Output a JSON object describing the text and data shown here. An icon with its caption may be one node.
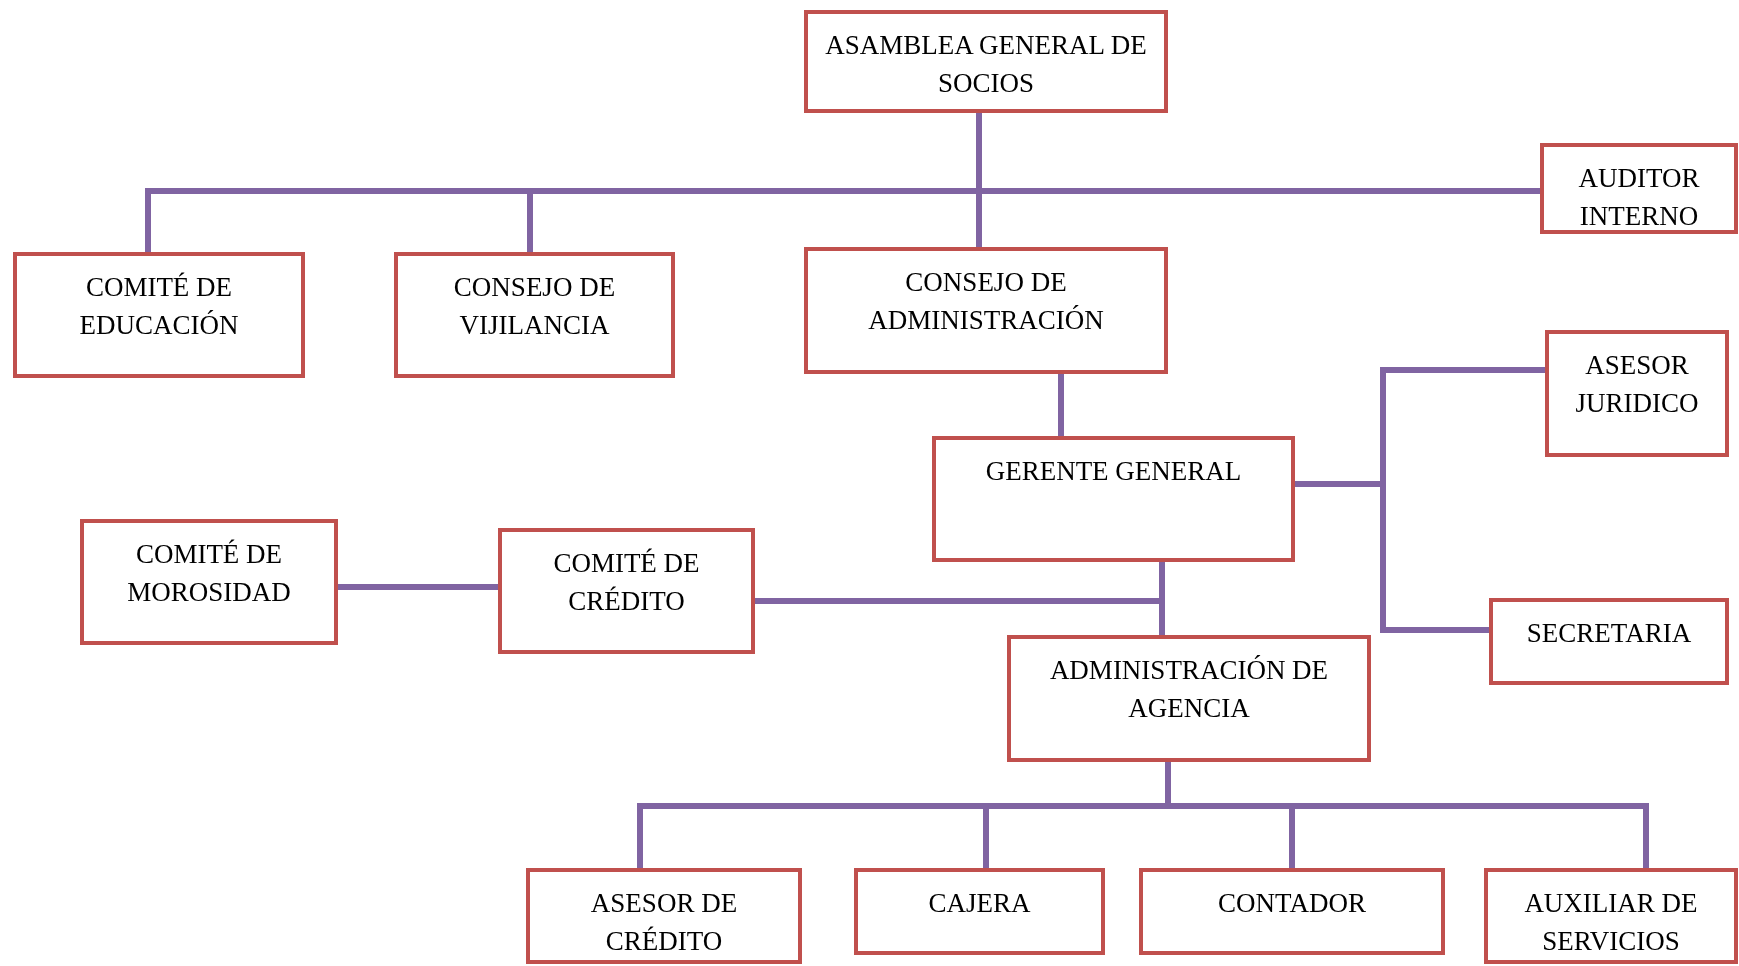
{
  "diagram": {
    "nodes": [
      {
        "text": [
          "ASAMBLEA GENERAL DE SOCIOS"
        ]
      },
      {
        "text": [
          "AUDITOR INTERNO"
        ]
      },
      {
        "text": [
          "COMITÉ DE EDUCACIÓN"
        ]
      },
      {
        "text": [
          "CONSEJO DE VIJILANCIA"
        ]
      },
      {
        "text": [
          "CONSEJO DE ADMINISTRACIÓN"
        ]
      },
      {
        "text": [
          "ASESOR JURIDICO"
        ]
      },
      {
        "text": [
          "GERENTE GENERAL"
        ]
      },
      {
        "text": [
          "COMITÉ DE MOROSIDAD"
        ]
      },
      {
        "text": [
          "COMITÉ DE CRÉDITO"
        ]
      },
      {
        "text": [
          "SECRETARIA"
        ]
      },
      {
        "text": [
          "ADMINISTRACIÓN DE AGENCIA"
        ]
      },
      {
        "text": [
          "ASESOR DE CRÉDITO"
        ]
      },
      {
        "text": [
          "CAJERA"
        ]
      },
      {
        "text": [
          "CONTADOR"
        ]
      },
      {
        "text": [
          "AUXILIAR DE SERVICIOS"
        ]
      }
    ],
    "edges": [
      {
        "from": 0,
        "to": 2,
        "arrow": "none"
      },
      {
        "from": 0,
        "to": 3,
        "arrow": "none"
      },
      {
        "from": 0,
        "to": 4,
        "arrow": "none"
      },
      {
        "from": 0,
        "to": 1,
        "arrow": "none"
      },
      {
        "from": 4,
        "to": 6,
        "arrow": "none"
      },
      {
        "from": 6,
        "to": 5,
        "arrow": "none"
      },
      {
        "from": 6,
        "to": 9,
        "arrow": "none"
      },
      {
        "from": 6,
        "to": 10,
        "arrow": "none"
      },
      {
        "from": 6,
        "to": 8,
        "arrow": "none"
      },
      {
        "from": 7,
        "to": 8,
        "arrow": "none"
      },
      {
        "from": 10,
        "to": 11,
        "arrow": "none"
      },
      {
        "from": 10,
        "to": 12,
        "arrow": "none"
      },
      {
        "from": 10,
        "to": 13,
        "arrow": "none"
      },
      {
        "from": 10,
        "to": 14,
        "arrow": "none"
      }
    ]
  }
}
